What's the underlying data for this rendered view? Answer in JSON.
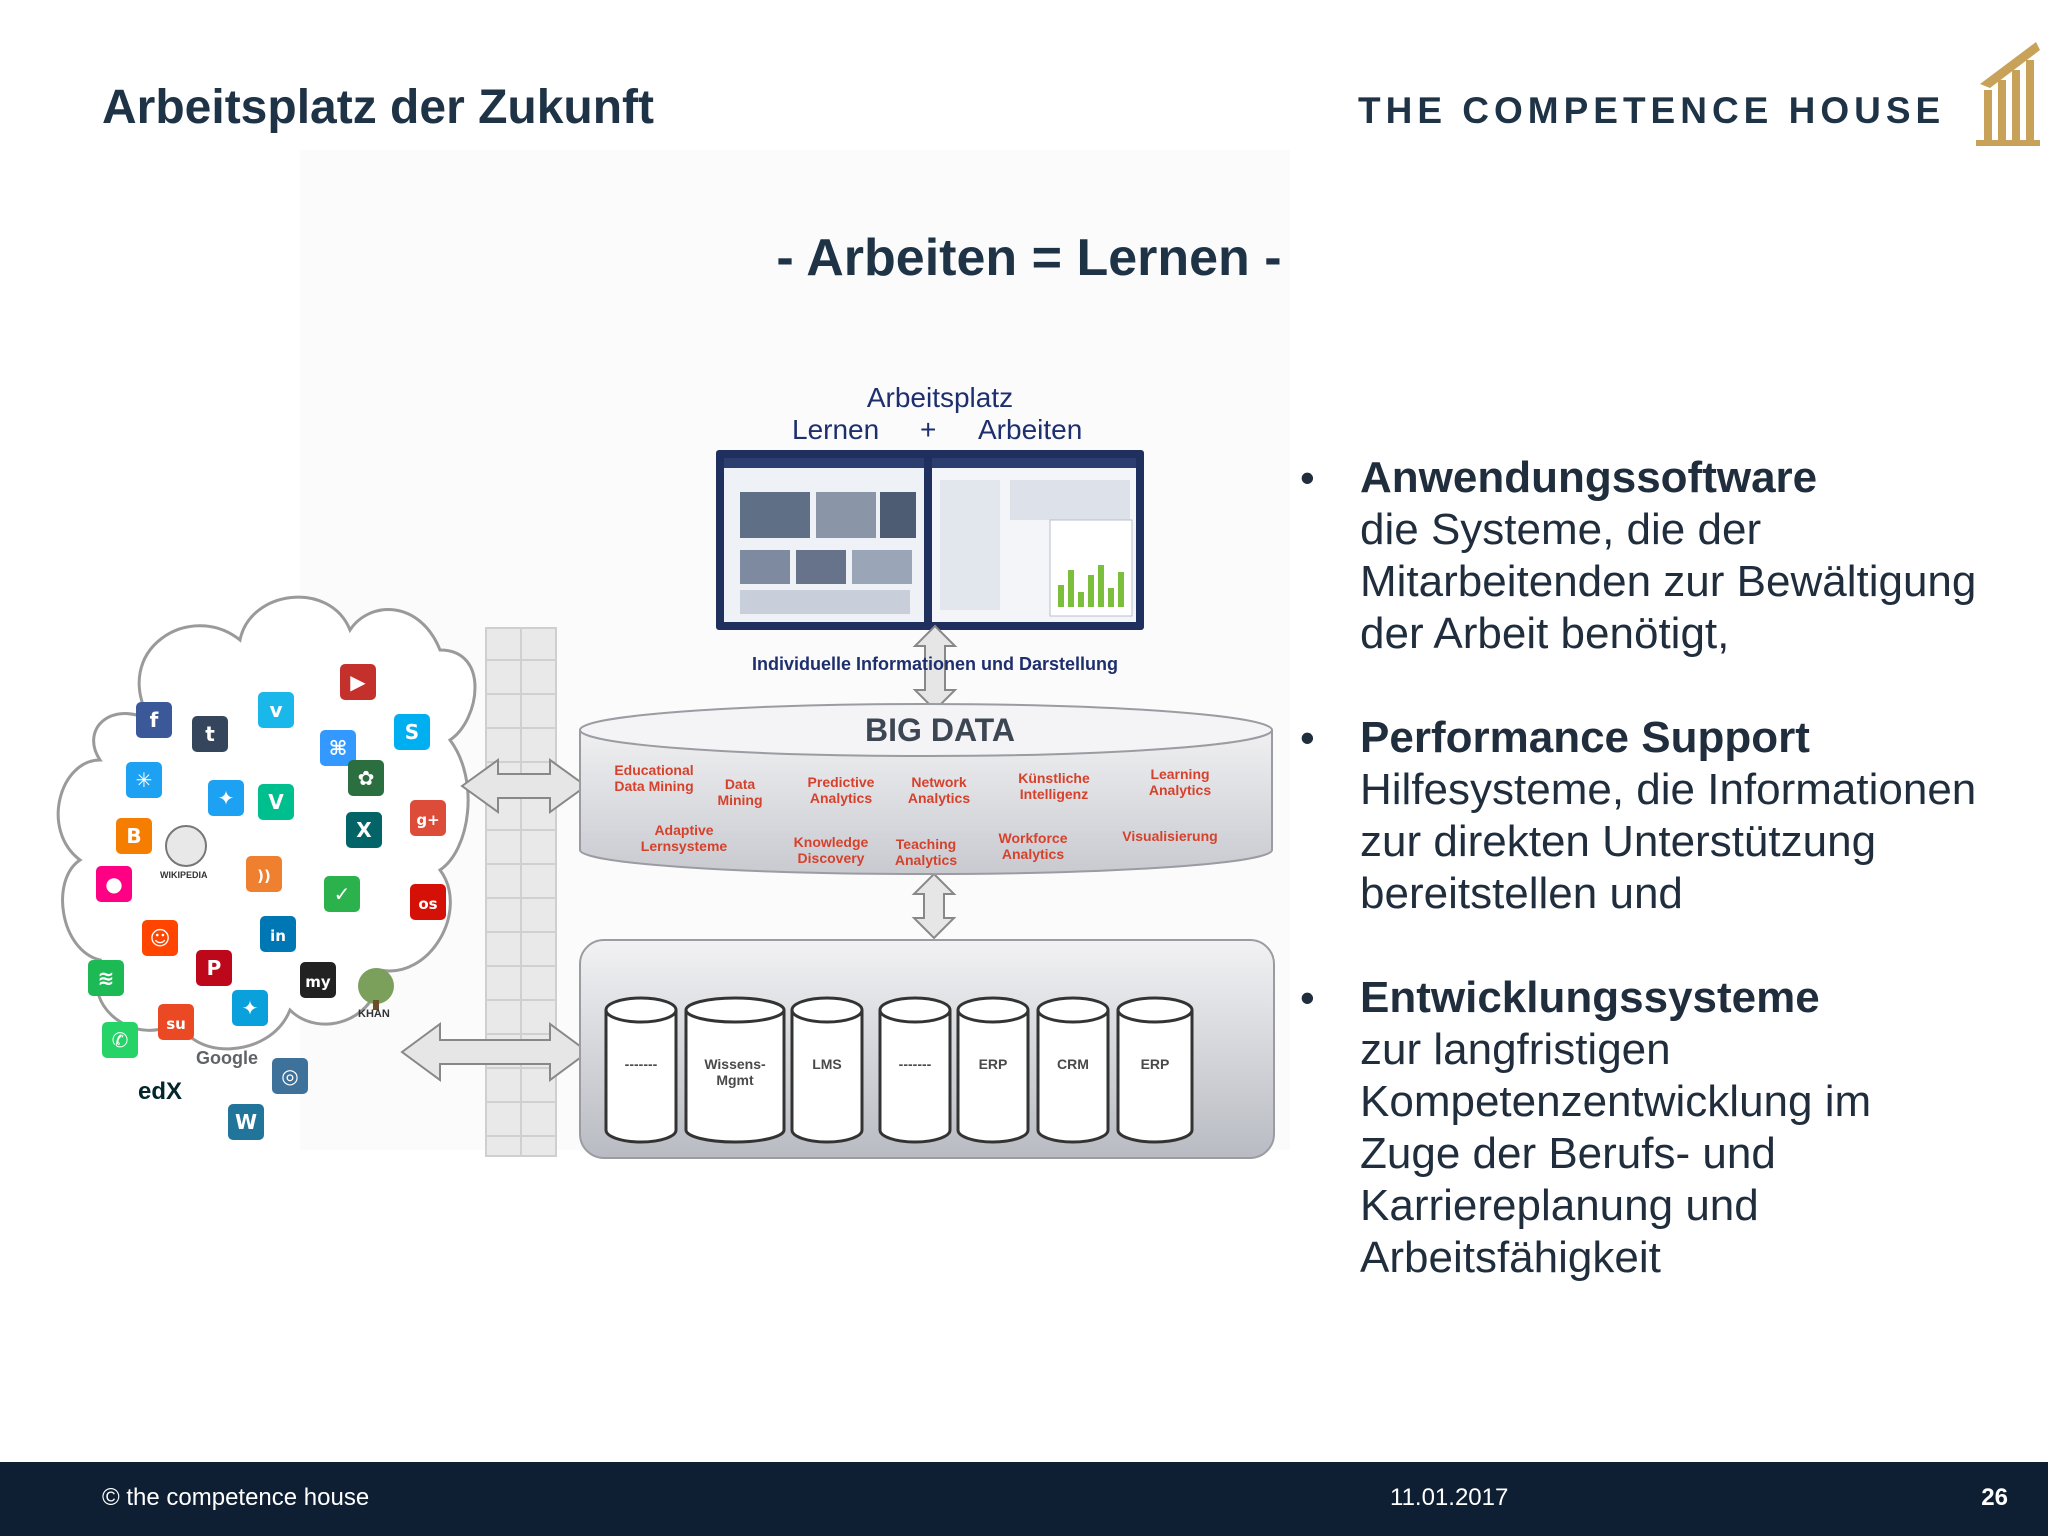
{
  "header": {
    "title": "Arbeitsplatz der Zukunft",
    "logo_text": "THE COMPETENCE HOUSE"
  },
  "subtitle": "- Arbeiten = Lernen -",
  "diagram": {
    "workplace_title": "Arbeitsplatz",
    "workplace_learn": "Lernen",
    "workplace_plus": "+",
    "workplace_work": "Arbeiten",
    "individual_info": "Individuelle Informationen und Darstellung",
    "big_data": "BIG DATA",
    "big_data_items": [
      "Educational Data Mining",
      "Data Mining",
      "Predictive Analytics",
      "Network Analytics",
      "Künstliche Intelligenz",
      "Learning Analytics",
      "Adaptive Lernsysteme",
      "Knowledge Discovery",
      "Teaching Analytics",
      "Workforce Analytics",
      "Visualisierung"
    ],
    "databases": [
      "-------",
      "Wissens-\nMgmt",
      "LMS",
      "-------",
      "ERP",
      "CRM",
      "ERP"
    ],
    "cloud_icons": [
      "facebook-icon",
      "tumblr-icon",
      "vimeo-icon",
      "youtube-icon",
      "skype-icon",
      "delicious-icon",
      "twitter-icon",
      "vine-icon",
      "stumbleupon-icon",
      "blogger-icon",
      "wikipedia-icon",
      "xing-icon",
      "google-plus-icon",
      "flickr-icon",
      "rss-icon",
      "feedly-icon",
      "lastfm-icon",
      "reddit-icon",
      "linkedin-icon",
      "spotify-icon",
      "pinterest-icon",
      "myspace-icon",
      "khan-academy-icon",
      "whatsapp-icon",
      "stumble-icon",
      "google-icon",
      "edx-icon",
      "instagram-icon",
      "wordpress-icon"
    ],
    "google_label": "Google",
    "edx_label": "edX",
    "khan_label": "KHAN",
    "wikipedia_label": "WIKIPEDIA",
    "myspace_label": "my"
  },
  "bullets": [
    {
      "head": "Anwendungssoftware",
      "lines": [
        "die Systeme, die der",
        "Mitarbeitenden zur Bewältigung",
        "der Arbeit benötigt,"
      ]
    },
    {
      "head": "Performance Support",
      "lines": [
        "Hilfesysteme, die Informationen",
        "zur direkten Unterstützung",
        "bereitstellen und"
      ]
    },
    {
      "head": "Entwicklungssysteme",
      "lines": [
        "zur langfristigen",
        "Kompetenzentwicklung im",
        "Zuge der Berufs- und",
        "Karriereplanung und",
        "Arbeitsfähigkeit"
      ]
    }
  ],
  "bullet_symbol": "•",
  "footer": {
    "copyright": "© the competence house",
    "date": "11.01.2017",
    "page": "26"
  },
  "colors": {
    "title": "#1f3347",
    "footer_bg": "#0f1f33",
    "accent_gold": "#c9a25a",
    "big_data_text": "#d6412c"
  }
}
